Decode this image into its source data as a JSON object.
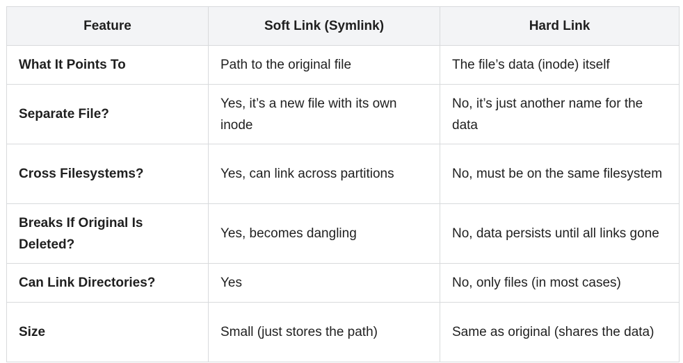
{
  "table": {
    "headers": [
      "Feature",
      "Soft Link (Symlink)",
      "Hard Link"
    ],
    "rows": [
      [
        "What It Points To",
        "Path to the original file",
        "The file’s data (inode) itself"
      ],
      [
        "Separate File?",
        "Yes, it’s a new file with its own inode",
        "No, it’s just another name for the data"
      ],
      [
        "Cross Filesystems?",
        "Yes, can link across partitions",
        "No, must be on the same filesystem"
      ],
      [
        "Breaks If Original Is Deleted?",
        "Yes, becomes dangling",
        "No, data persists until all links gone"
      ],
      [
        "Can Link Directories?",
        "Yes",
        "No, only files (in most cases)"
      ],
      [
        "Size",
        "Small (just stores the path)",
        "Same as original (shares the data)"
      ]
    ]
  }
}
